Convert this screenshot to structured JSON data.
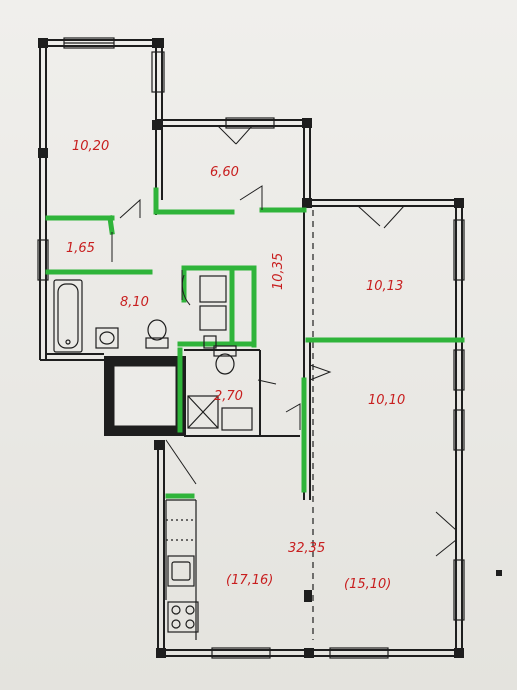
{
  "colors": {
    "wall": "#1e1e1e",
    "new_wall": "#2fb43a",
    "label": "#c81e1e",
    "paper": "#ecebe8"
  },
  "rooms": [
    {
      "id": "room-top-left",
      "area": "10,20"
    },
    {
      "id": "room-top-middle",
      "area": "6,60"
    },
    {
      "id": "room-hall-small",
      "area": "1,65"
    },
    {
      "id": "room-bathroom",
      "area": "8,10"
    },
    {
      "id": "room-corridor",
      "area": "10,35"
    },
    {
      "id": "room-right-upper",
      "area": "10,13"
    },
    {
      "id": "room-wc",
      "area": "2,70"
    },
    {
      "id": "room-right-middle",
      "area": "10,10"
    },
    {
      "id": "room-living-total",
      "area": "32,35"
    },
    {
      "id": "room-living-left",
      "area": "(17,16)"
    },
    {
      "id": "room-living-right",
      "area": "(15,10)"
    }
  ],
  "icons": [
    "bathtub-icon",
    "toilet-icon",
    "sink-icon",
    "shower-icon",
    "stove-icon",
    "kitchen-sink-icon"
  ]
}
